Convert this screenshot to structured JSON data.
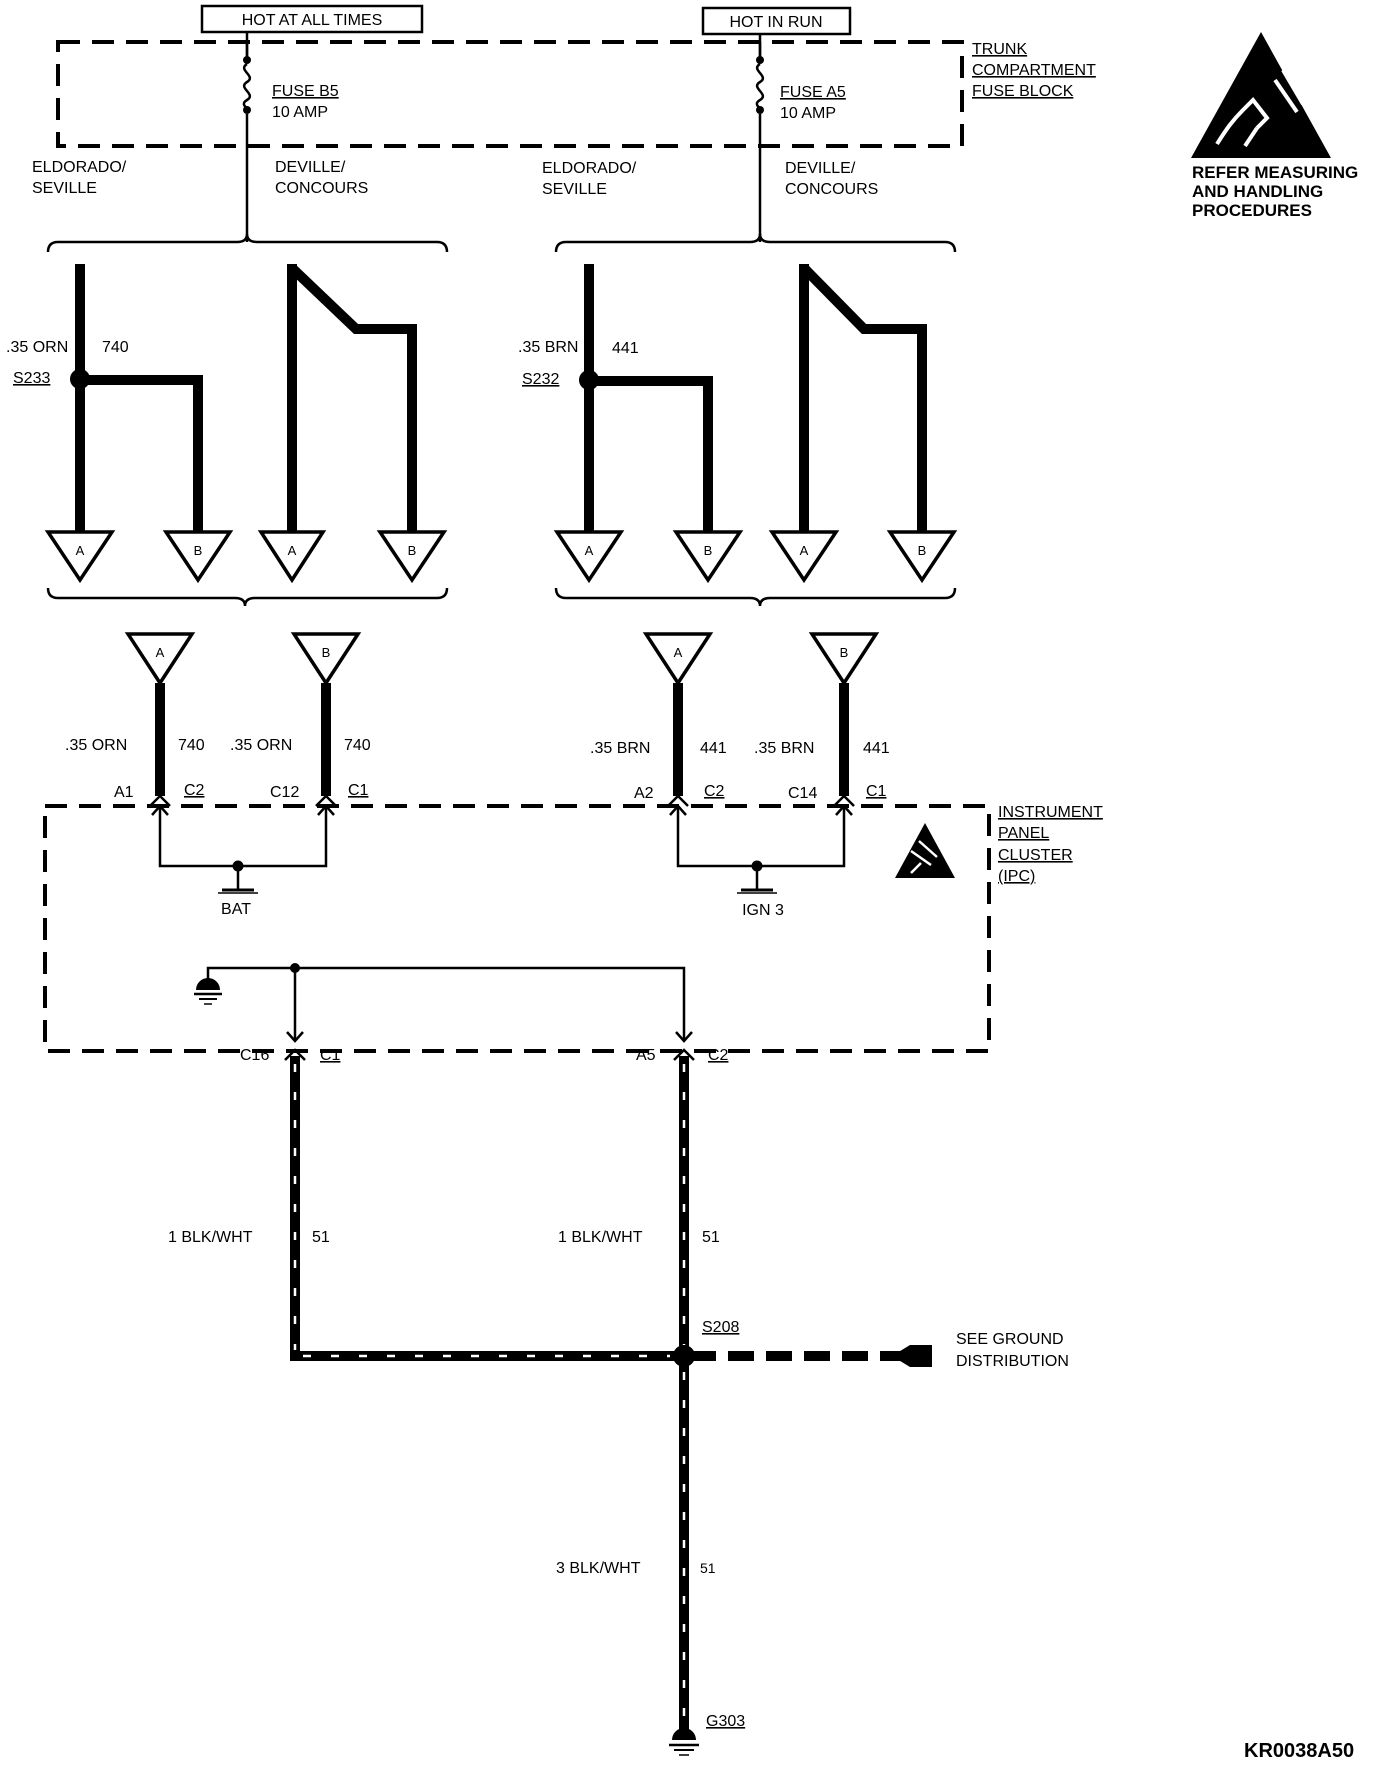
{
  "labels": {
    "hot_at_all_times": "HOT AT ALL TIMES",
    "hot_in_run": "HOT IN RUN",
    "fuse_block_1": "TRUNK",
    "fuse_block_2": "COMPARTMENT",
    "fuse_block_3": "FUSE BLOCK",
    "fuse_b5": "FUSE B5",
    "fuse_b5_rating": "10 AMP",
    "fuse_a5": "FUSE A5",
    "fuse_a5_rating": "10 AMP",
    "eldorado_1": "ELDORADO/",
    "seville": "SEVILLE",
    "deville": "DEVILLE/",
    "concours": "CONCOURS",
    "esd_1": "REFER MEASURING",
    "esd_2": "AND HANDLING",
    "esd_3": "PROCEDURES",
    "wire_35_orn": ".35 ORN",
    "circuit_740": "740",
    "wire_35_brn": ".35 BRN",
    "circuit_441": "441",
    "splice_s233": "S233",
    "splice_s232": "S232",
    "conn_a": "A",
    "conn_b": "B",
    "pin_a1": "A1",
    "pin_c12": "C12",
    "pin_a2": "A2",
    "pin_c14": "C14",
    "pin_c16": "C16",
    "pin_a5": "A5",
    "c1": "C1",
    "c2": "C2",
    "ipc_1": "INSTRUMENT",
    "ipc_2": "PANEL",
    "ipc_3": "CLUSTER",
    "ipc_4": "(IPC)",
    "bat": "BAT",
    "ign3": "IGN 3",
    "wire_1_blkwht": "1 BLK/WHT",
    "wire_3_blkwht": "3 BLK/WHT",
    "circuit_51": "51",
    "splice_s208": "S208",
    "see_ground_1": "SEE GROUND",
    "see_ground_2": "DISTRIBUTION",
    "ground_g303": "G303",
    "figure_code": "KR0038A50"
  },
  "icons": {
    "esd_large": "esd-warning-icon",
    "esd_small": "esd-warning-icon",
    "ground": "ground-icon"
  }
}
